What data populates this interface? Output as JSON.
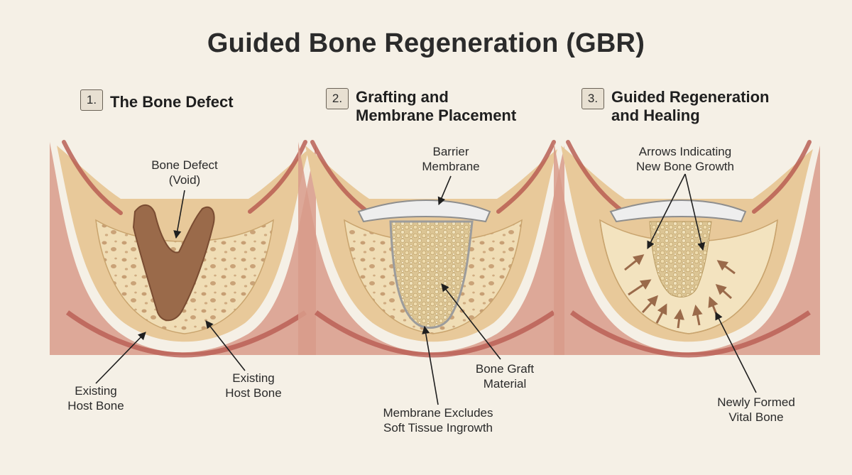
{
  "title": "Guided Bone Regeneration (GBR)",
  "panels": [
    {
      "number": "1.",
      "title_lines": [
        "The Bone Defect"
      ],
      "labels": {
        "defect": [
          "Bone Defect",
          "(Void)"
        ],
        "host_left": [
          "Existing",
          "Host Bone"
        ],
        "host_right": [
          "Existing",
          "Host Bone"
        ]
      }
    },
    {
      "number": "2.",
      "title_lines": [
        "Grafting and",
        "Membrane Placement"
      ],
      "labels": {
        "membrane": [
          "Barrier",
          "Membrane"
        ],
        "graft": [
          "Bone Graft",
          "Material"
        ],
        "excludes": [
          "Membrane Excludes",
          "Soft Tissue Ingrowth"
        ]
      }
    },
    {
      "number": "3.",
      "title_lines": [
        "Guided Regeneration",
        "and Healing"
      ],
      "labels": {
        "arrows": [
          "Arrows Indicating",
          "New Bone Growth"
        ],
        "new_bone": [
          "Newly Formed",
          "Vital Bone"
        ]
      }
    }
  ],
  "colors": {
    "background": "#f5f0e6",
    "bone": "#efdcb5",
    "cortical": "#e8c99a",
    "gum": "#d89b8a",
    "gum_dark": "#b5574e",
    "void": "#9a6a4a",
    "graft": "#dcc594",
    "membrane": "#eeeeee",
    "new_bone": "#f3e3bf"
  }
}
